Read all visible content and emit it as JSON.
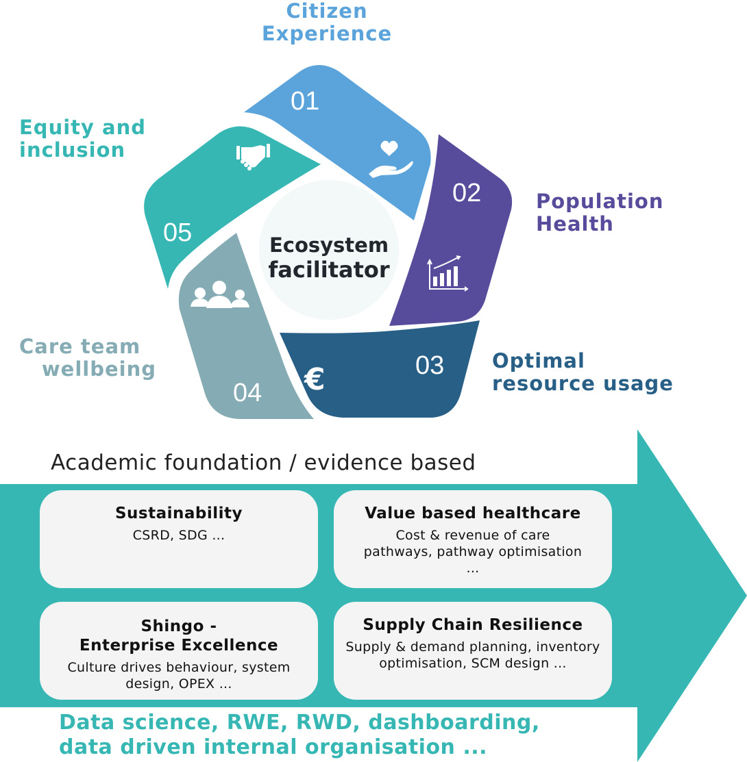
{
  "colors": {
    "citizen": "#5BA4DB",
    "population": "#574B9B",
    "resource": "#285F87",
    "careteam": "#85ACB4",
    "equity": "#37B7B4",
    "center_fill": "#F3F8F9",
    "arrow": "#37B7B4",
    "box_fill": "#F4F4F4"
  },
  "cycle": {
    "center": {
      "line1": "Ecosystem",
      "line2": "facilitator"
    },
    "segments": [
      {
        "number": "01",
        "icon": "heart-in-hand-icon",
        "label_line1": "Citizen",
        "label_line2": "Experience"
      },
      {
        "number": "02",
        "icon": "bar-chart-growth-icon",
        "label_line1": "Population",
        "label_line2": "Health"
      },
      {
        "number": "03",
        "icon": "euro-icon",
        "icon_glyph": "€",
        "label_line1": "Optimal",
        "label_line2": "resource usage"
      },
      {
        "number": "04",
        "icon": "people-group-icon",
        "label_line1": "Care team",
        "label_line2": "wellbeing"
      },
      {
        "number": "05",
        "icon": "handshake-icon",
        "label_line1": "Equity and",
        "label_line2": "inclusion"
      }
    ]
  },
  "foundation": {
    "heading": "Academic foundation / evidence based",
    "boxes": [
      {
        "title": "Sustainability",
        "desc": "CSRD, SDG ..."
      },
      {
        "title": "Value based healthcare",
        "desc": "Cost & revenue of care pathways, pathway optimisation ..."
      },
      {
        "title_line1": "Shingo -",
        "title_line2": "Enterprise Excellence",
        "desc": "Culture drives behaviour, system design, OPEX ..."
      },
      {
        "title": "Supply Chain Resilience",
        "desc": "Supply & demand planning, inventory optimisation, SCM design ..."
      }
    ],
    "footer_line1": "Data science, RWE, RWD, dashboarding,",
    "footer_line2": "data driven internal organisation ..."
  }
}
